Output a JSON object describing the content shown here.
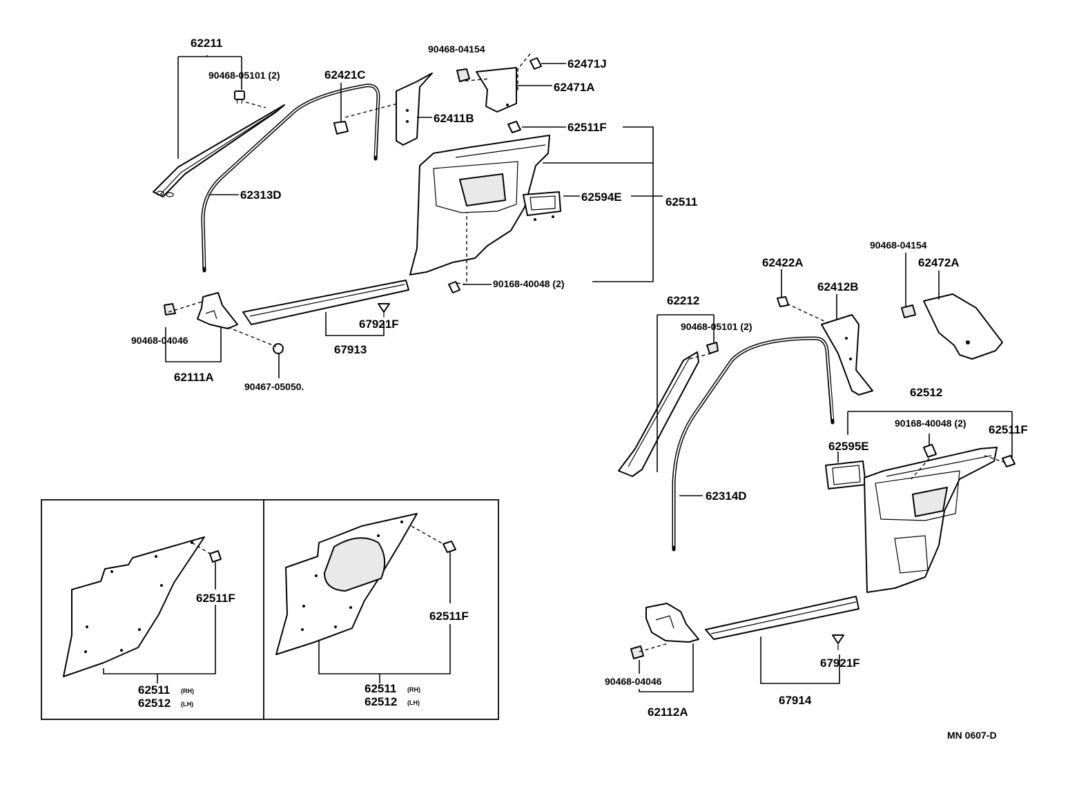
{
  "labels": {
    "l62211": "62211",
    "l9046805101a": "90468-05101 (2)",
    "l62421c": "62421C",
    "l9046804154a": "90468-04154",
    "l62471j": "62471J",
    "l62471a": "62471A",
    "l62411b": "62411B",
    "l62511f_top": "62511F",
    "l62313d": "62313D",
    "l62594e": "62594E",
    "l62511": "62511",
    "l9016840048a": "90168-40048 (2)",
    "l67921f_a": "67921F",
    "l67913": "67913",
    "l9046804046a": "90468-04046",
    "l62111a": "62111A",
    "l9046705050": "90467-05050.",
    "l9046804154b": "90468-04154",
    "l62422a": "62422A",
    "l62412b": "62412B",
    "l62472a": "62472A",
    "l62212": "62212",
    "l9046805101b": "90468-05101 (2)",
    "l62512": "62512",
    "l9016840048b": "90168-40048 (2)",
    "l62511f_r": "62511F",
    "l62595e": "62595E",
    "l62314d": "62314D",
    "l67921f_b": "67921F",
    "l9046804046b": "90468-04046",
    "l67914": "67914",
    "l62112a": "62112A",
    "inset1_clip": "62511F",
    "inset1_main1": "62511",
    "inset1_sub1": "(RH)",
    "inset1_main2": "62512",
    "inset1_sub2": "(LH)",
    "inset2_clip": "62511F",
    "inset2_main1": "62511",
    "inset2_sub1": "(RH)",
    "inset2_main2": "62512",
    "inset2_sub2": "(LH)",
    "code": "MN 0607-D"
  }
}
